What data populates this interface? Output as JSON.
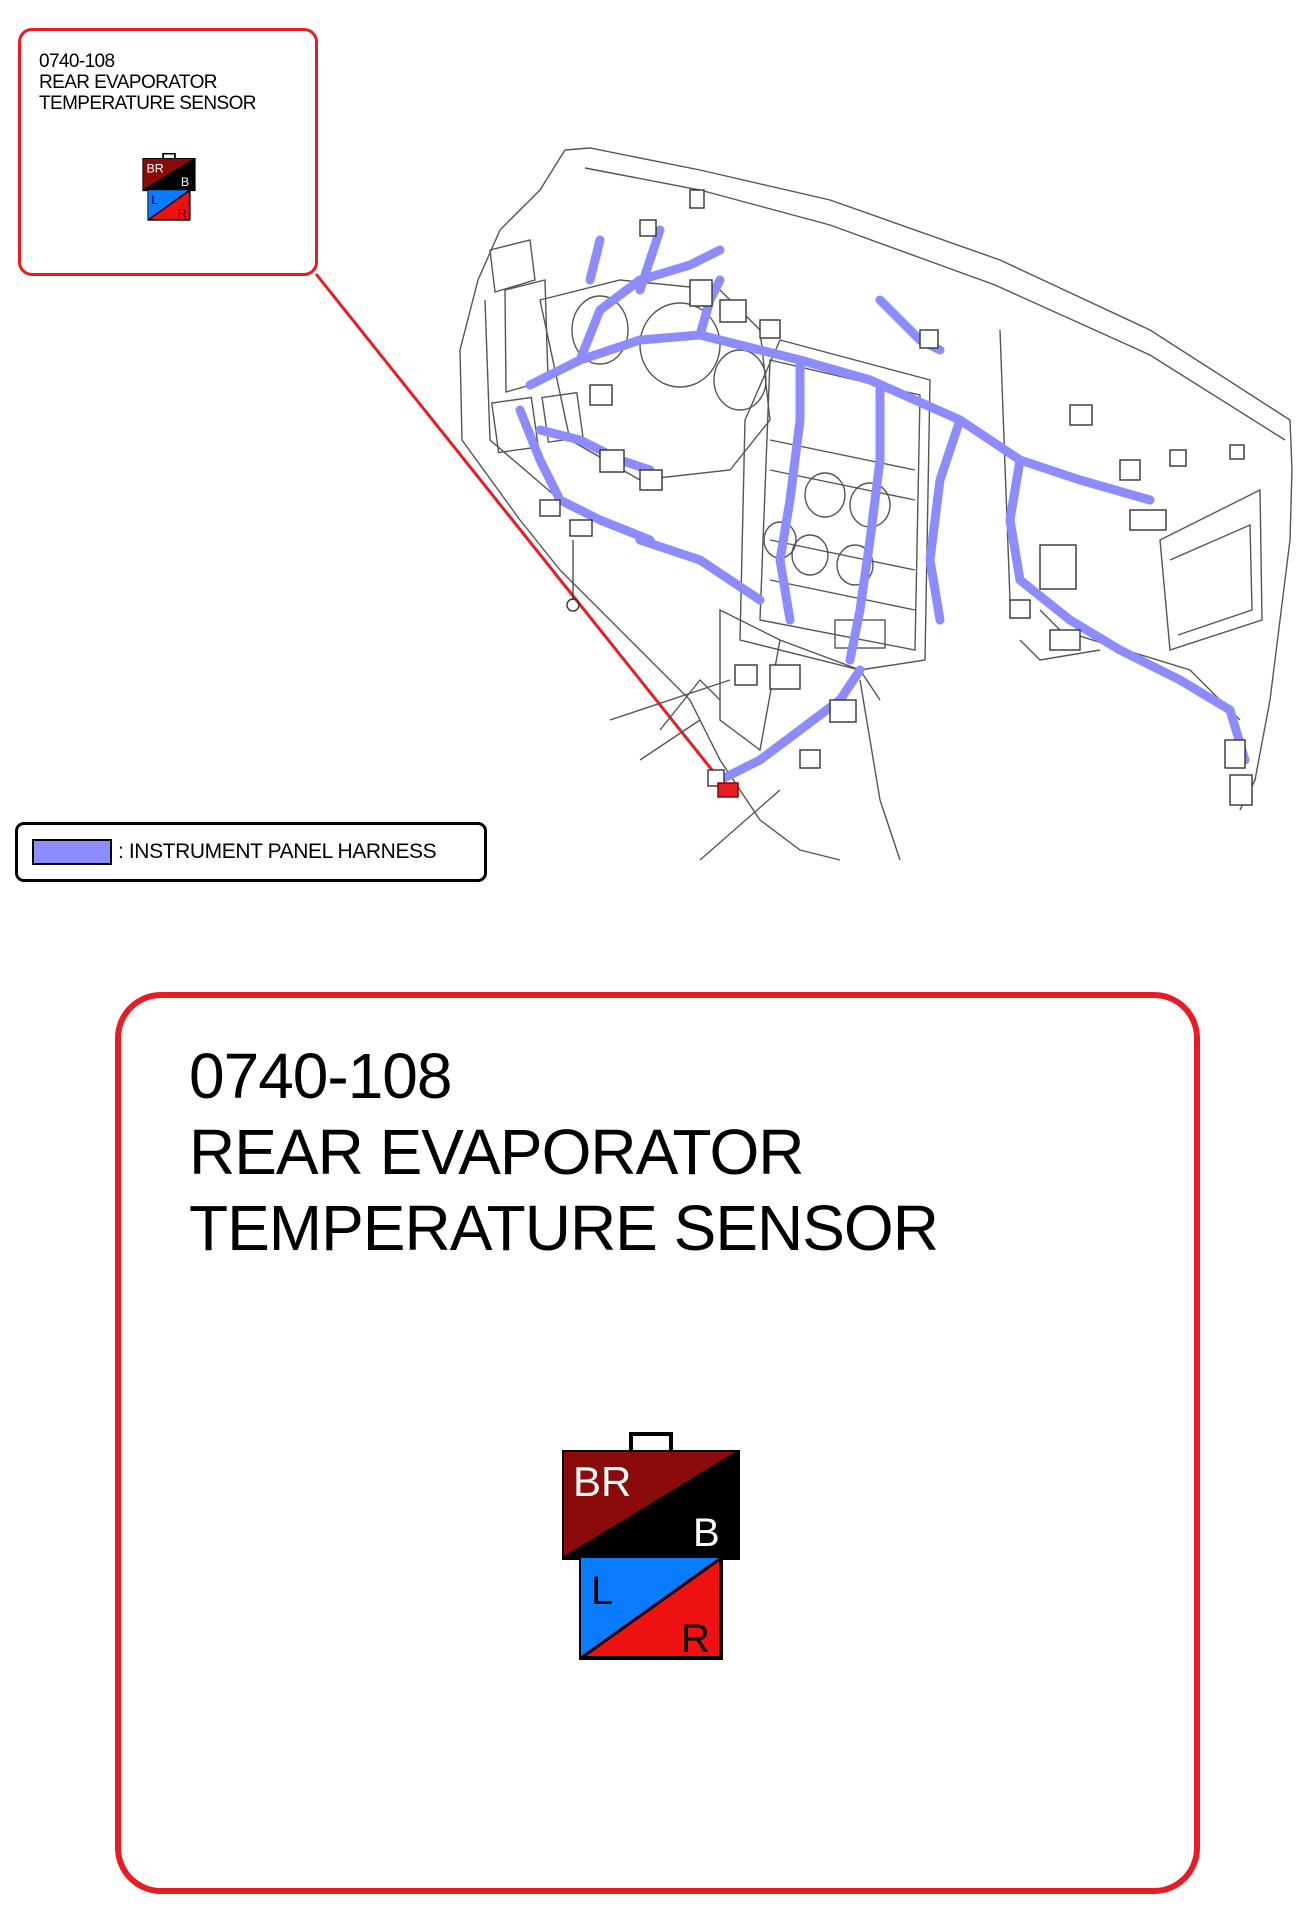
{
  "component": {
    "code": "0740-108",
    "name": "REAR EVAPORATOR\nTEMPERATURE SENSOR"
  },
  "connector": {
    "pins": [
      {
        "label": "BR",
        "color": "#8b0a0a"
      },
      {
        "label": "B",
        "color": "#000000"
      },
      {
        "label": "L",
        "color": "#0a7cff"
      },
      {
        "label": "R",
        "color": "#ee1111"
      }
    ]
  },
  "legend": {
    "label": ": INSTRUMENT PANEL HARNESS",
    "swatch_color": "#8c8cff"
  },
  "colors": {
    "callout_border": "#e81c24",
    "harness": "#8c8cff",
    "component_highlight": "#e81c24"
  }
}
